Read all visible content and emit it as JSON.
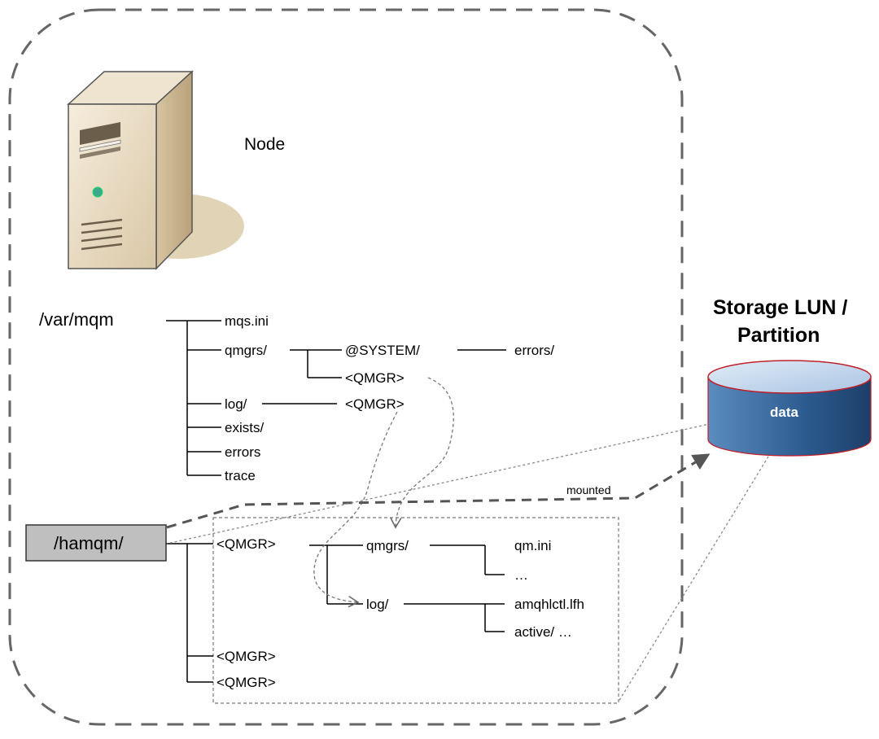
{
  "node": {
    "label": "Node",
    "icon": "server-tower-icon"
  },
  "storage": {
    "title_line1": "Storage LUN /",
    "title_line2": "Partition",
    "cylinder_label": "data",
    "colors": {
      "top": "#c9dcf0",
      "body": "#2e5d8e",
      "rim": "#c0202a"
    }
  },
  "var_tree": {
    "root": "/var/mqm",
    "children": [
      "mqs.ini",
      "qmgrs/",
      "log/",
      "exists/",
      "errors",
      "trace"
    ],
    "qmgrs_children": [
      "@SYSTEM/",
      "<QMGR>"
    ],
    "system_children": [
      "errors/"
    ],
    "log_children": [
      "<QMGR>"
    ]
  },
  "ha_tree": {
    "root": "/hamqm/",
    "qmgrs": [
      "<QMGR>",
      "<QMGR>",
      "<QMGR>"
    ],
    "qmgr_children": [
      "qmgrs/",
      "log/"
    ],
    "qmgrs_children": [
      "qm.ini",
      "…"
    ],
    "log_children": [
      "amqhlctl.lfh",
      "active/  …"
    ]
  },
  "mount_label": "mounted"
}
